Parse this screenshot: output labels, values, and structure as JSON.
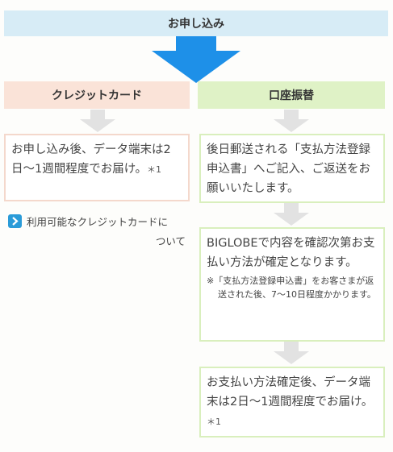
{
  "header": {
    "title": "お申し込み"
  },
  "credit": {
    "title": "クレジットカード",
    "step1_text": "お申し込み後、データ端末は2日〜1週間程度でお届け。",
    "step1_mark": "＊1",
    "link_line1": "利用可能なクレジットカードに",
    "link_line2": "ついて"
  },
  "bank": {
    "title": "口座振替",
    "step1_text": "後日郵送される「支払方法登録申込書」へご記入、ご返送をお願いいたします。",
    "step2_text": "BIGLOBEで内容を確認次第お支払い方法が確定となります。",
    "step2_note": "※「支払方法登録申込書」をお客さまが返送された後、7〜10日程度かかります。",
    "step3_text": "お支払い方法確定後、データ端末は2日〜1週間程度でお届け。",
    "step3_mark": "＊1"
  },
  "colors": {
    "header_bg": "#d7ecf6",
    "big_arrow": "#1e90e8",
    "credit_bg": "#fae3d8",
    "bank_bg": "#dff2c6",
    "step_arrow": "#e2e2e2",
    "link_icon": "#2a9bd8"
  },
  "icons": {
    "big_arrow": "arrow-down-icon",
    "step_arrow": "arrow-down-icon",
    "link": "chevron-right-icon"
  }
}
